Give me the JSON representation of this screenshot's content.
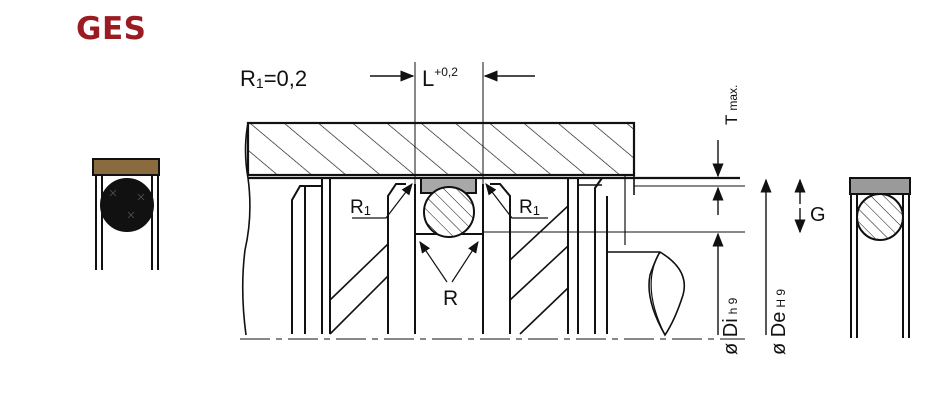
{
  "header": {
    "title": "GES"
  },
  "labels": {
    "r1_spec_main": "R",
    "r1_spec_sub": "1",
    "r1_spec_tail": "=0,2",
    "l_main": "L",
    "l_tol": "+0,2",
    "r1_left_main": "R",
    "r1_left_sub": "1",
    "r1_right_main": "R",
    "r1_right_sub": "1",
    "r_label": "R",
    "t_main": "T",
    "t_sub": "max.",
    "g_label": "G",
    "di_main": "ø Di",
    "di_sub": "h 9",
    "de_main": "ø De",
    "de_sub": "H 9"
  },
  "colors": {
    "title": "#9b1b23",
    "cap_left": "#8a6a3f",
    "cap_right": "#9a9a9a",
    "cap_groove": "#a8a8a8",
    "oring_dark": "#111111"
  }
}
